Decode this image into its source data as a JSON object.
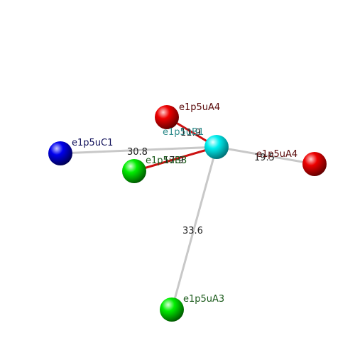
{
  "nodes": {
    "center": {
      "label": "e1p5uB1",
      "color": "#00e5ee",
      "label_color": "#2e8b8b"
    },
    "a4_top": {
      "label": "e1p5uA4",
      "color": "#ee0000",
      "label_color": "#5a0a0a"
    },
    "a4_right": {
      "label": "e1p5uA4",
      "color": "#ee0000",
      "label_color": "#5a0a0a"
    },
    "c1": {
      "label": "e1p5uC1",
      "color": "#0000ee",
      "label_color": "#10105a"
    },
    "b3": {
      "label": "e1p5uB3",
      "color": "#00ee00",
      "label_color": "#1a5a1a"
    },
    "a3": {
      "label": "e1p5uA3",
      "color": "#00ee00",
      "label_color": "#1a5a1a"
    }
  },
  "edges": {
    "to_a4_top": {
      "distance": "11.9",
      "color": "#cc1111"
    },
    "to_a4_right": {
      "distance": "19.5",
      "color": "#cfcfcf"
    },
    "to_c1": {
      "distance": "30.8",
      "color": "#cfcfcf"
    },
    "to_b3": {
      "distance": "17.9",
      "color": "#cc1111"
    },
    "to_a3": {
      "distance": "33.6",
      "color": "#cfcfcf"
    }
  }
}
